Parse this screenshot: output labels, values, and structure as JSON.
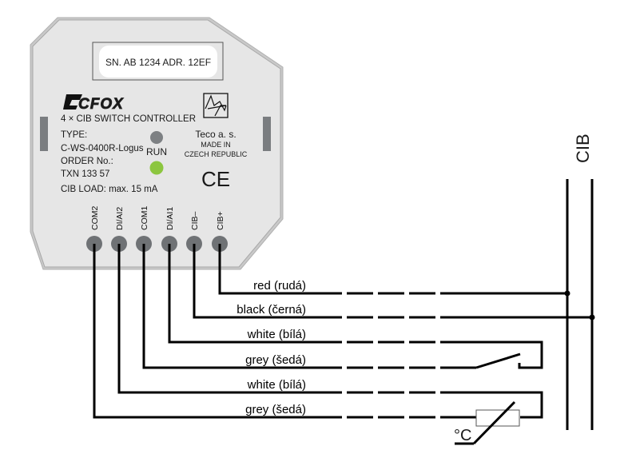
{
  "device": {
    "label_sticker": "SN. AB 1234  ADR. 12EF",
    "brand": "CFOX",
    "product_line": "4 × CIB SWITCH CONTROLLER",
    "type_label": "TYPE:",
    "type_value": "C-WS-0400R-Logus",
    "order_label": "ORDER No.:",
    "order_value": "TXN 133 57",
    "cib_load": "CIB LOAD: max. 15 mA",
    "led_label": "RUN",
    "manufacturer": "Teco a. s.",
    "made_in_1": "MADE IN",
    "made_in_2": "CZECH REPUBLIC",
    "ce_mark": "CE",
    "colors": {
      "body": "#e6e6e6",
      "border": "#a8a8a8",
      "terminal": "#6f7275",
      "side_bar": "#7a7d80",
      "led_off": "#7d8083",
      "led_run": "#8cc63f"
    }
  },
  "terminals": [
    {
      "label": "COM2"
    },
    {
      "label": "DI/AI2"
    },
    {
      "label": "COM1"
    },
    {
      "label": "DI/AI1"
    },
    {
      "label": "CIB–"
    },
    {
      "label": "CIB+"
    }
  ],
  "wires": [
    {
      "label": "red (rudá)",
      "terminal": "CIB+"
    },
    {
      "label": "black (černá)",
      "terminal": "CIB–"
    },
    {
      "label": "white (bílá)",
      "terminal": "DI/AI1"
    },
    {
      "label": "grey (šedá)",
      "terminal": "COM1"
    },
    {
      "label": "white (bílá)",
      "terminal": "DI/AI2"
    },
    {
      "label": "grey (šedá)",
      "terminal": "COM2"
    }
  ],
  "bus": {
    "label": "CIB"
  },
  "sensor": {
    "label": "°C"
  }
}
